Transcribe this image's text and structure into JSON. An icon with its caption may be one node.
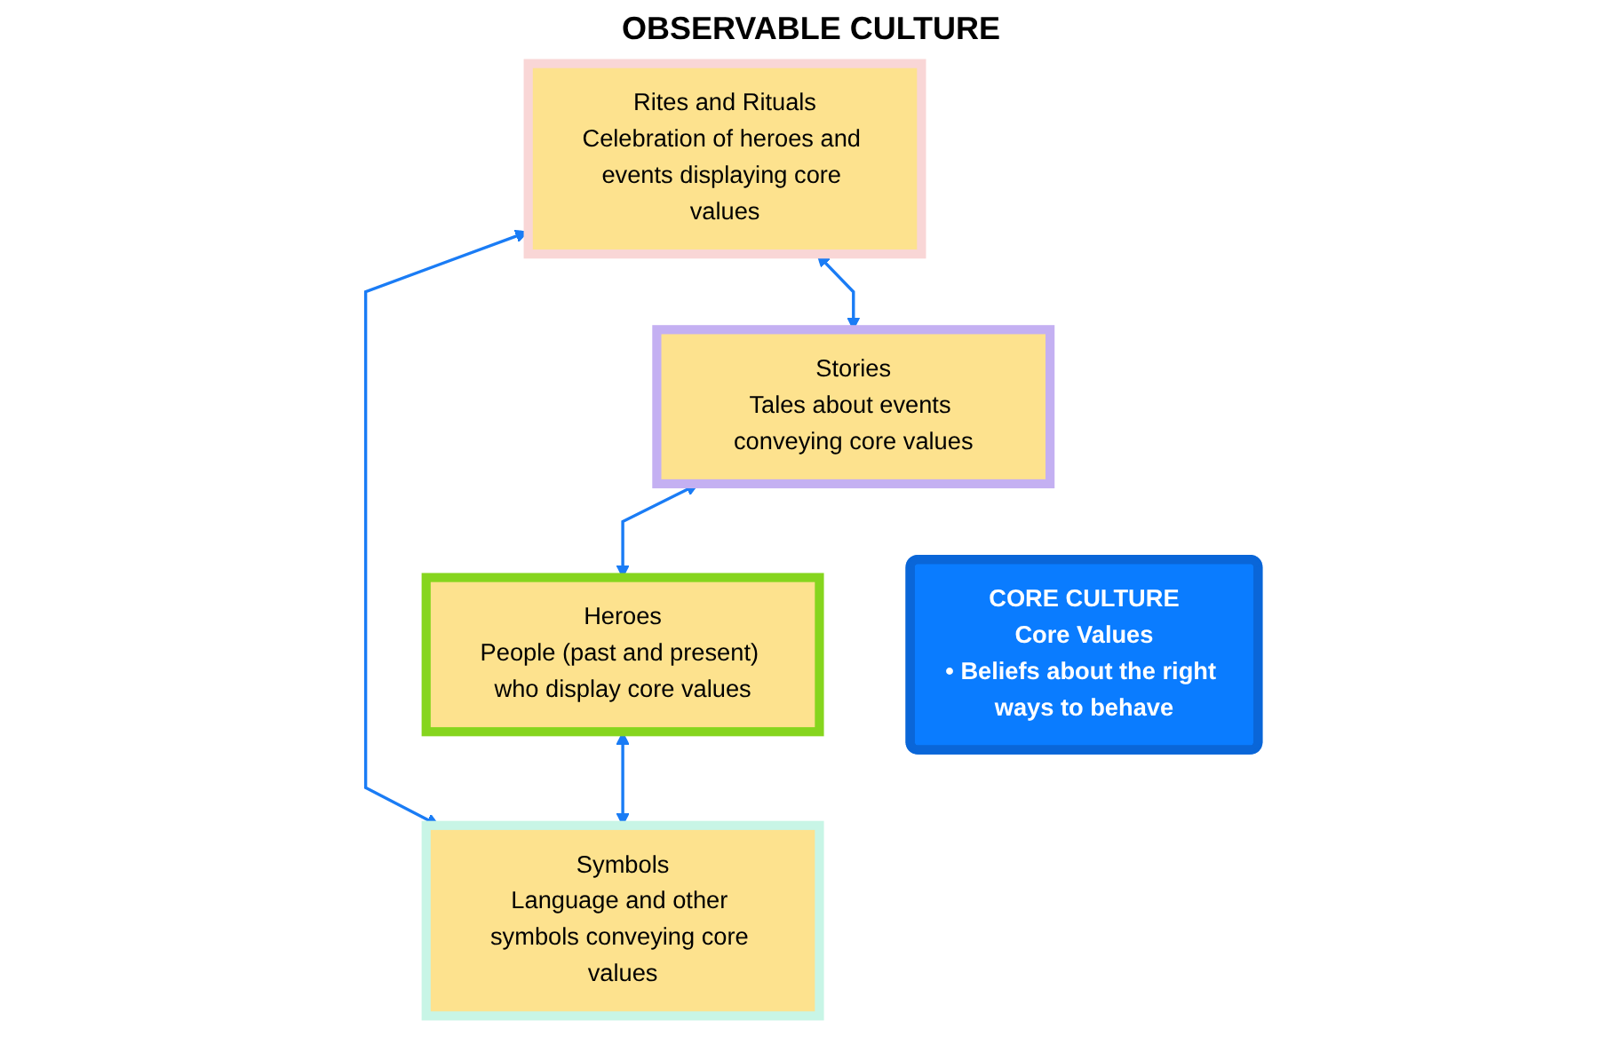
{
  "diagram": {
    "title": "OBSERVABLE CULTURE",
    "nodes": [
      {
        "text": [
          "Stories",
          "Tales about events conveying core values"
        ]
      },
      {
        "text": [
          "Rites and Rituals",
          "Celebration of heroes and events displaying core values"
        ]
      },
      {
        "text": [
          "CORE CULTURE",
          "Core Values",
          "• Beliefs about the right ways to behave"
        ]
      },
      {
        "text": [
          "Heroes",
          "People (past and present) who display core values"
        ]
      },
      {
        "text": [
          "Symbols",
          "Language and other symbols conveying core values"
        ]
      }
    ],
    "edges": [
      {
        "from": 1,
        "to": 0,
        "arrow": "both"
      },
      {
        "from": 0,
        "to": 3,
        "arrow": "both"
      },
      {
        "from": 1,
        "to": 4,
        "arrow": "both"
      },
      {
        "from": 3,
        "to": 4,
        "arrow": "both"
      }
    ]
  }
}
